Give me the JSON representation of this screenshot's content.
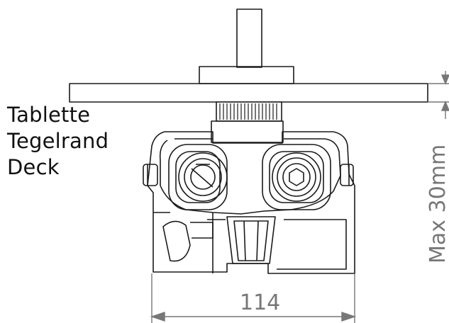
{
  "labels": {
    "line1": "Tablette",
    "line2": "Tegelrand",
    "line3": "Deck"
  },
  "dimensions": {
    "width": "114",
    "max_height": "Max 30mm"
  },
  "colors": {
    "outline": "#1a1a1a",
    "dimension": "#777777"
  }
}
